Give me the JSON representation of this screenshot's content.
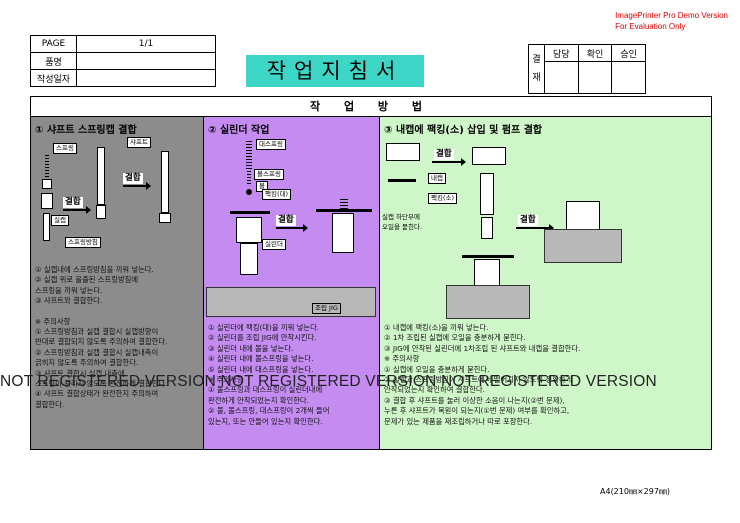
{
  "demo": {
    "line1": "ImagePrinter Pro Demo Version",
    "line2": "For Evaluation Only"
  },
  "header": {
    "page_label": "PAGE",
    "page_value": "1/1",
    "product_label": "품명",
    "date_label": "작성일자"
  },
  "approval": {
    "gyeol": "결",
    "jae": "재",
    "cols": [
      "담당",
      "확인",
      "승인"
    ]
  },
  "doc_title": "작업지침서",
  "section_title": "작 업 방 법",
  "col1": {
    "heading": "① 샤프트 스프링캡 결합",
    "labels": {
      "spring": "스프링",
      "shaft": "샤프트",
      "seal": "실캡",
      "spring_cap": "스프링방침",
      "join1": "결합",
      "join2": "결합"
    },
    "notes": [
      "① 실캡내에 스프링방침을 끼워 넣는다.",
      "② 실캡 위로 올출된 스프링방침에",
      "   스프링을 끼워 넣는다.",
      "③ 샤프트와 결합한다.",
      "",
      "※ 주의사항",
      "① 스프링방침과 실캡 결합시 실캡방향이",
      "   반대로 결합되지 않도록 주의하여 결합한다.",
      "② 스프링방침과 실캡 결합시 실캡내측이",
      "   긁히지 않도록 주의하여 결합한다.",
      "③ 샤프트 결합시 실캡 내측에",
      "   스프링이 걸리지 않도록 완전하게 결합한다.",
      "④ 샤프트 결합상태가 완전한지 주의하여",
      "   결합한다."
    ]
  },
  "col2": {
    "heading": "② 실린더 작업",
    "labels": {
      "dia_spring": "대스프링",
      "ball_spring": "볼스프링",
      "ball": "볼",
      "packing_big": "팩킹(대)",
      "join": "결합",
      "cylinder": "실린더",
      "jig": "조립 JIG"
    },
    "notes": [
      "① 실린더에 팩킹(대)을 끼워 넣는다.",
      "② 실린더를 조립 JIG에 안착시킨다.",
      "③ 실린더 내에 볼을 넣는다.",
      "④ 실린더 내에 볼스프링을 넣는다.",
      "⑤ 실린더 내에 대스프링을 넣는다.",
      "※ 주의사항",
      "① 볼스프링과 대스프링이 실린더내에",
      "   완전하게 안착되었는지 확인한다.",
      "② 볼, 볼스프링, 대스프링이 2개씩 들어",
      "   있는지, 또는 안들어 있는지 확인한다."
    ]
  },
  "col3": {
    "heading": "③ 내캡에 팩킹(소) 삽입 및 펌프 결합",
    "labels": {
      "inner_cap": "내캡",
      "packing_small": "팩킹(소)",
      "join1": "결합",
      "join2": "결합",
      "oil_note1": "실캡 하단부에",
      "oil_note2": "오일을 묻힌다."
    },
    "notes": [
      "① 내캡에 팩킹(소)을 끼워 넣는다.",
      "② 1차 조립된 실캡에 오일을 충분하게 묻힌다.",
      "③ JIG에 안착된 실린더에 1차조립 된 샤프트와 내캡을 결합한다.",
      "※ 주의사항",
      "① 실캡에 오일을 충분하게 묻힌다.",
      "② 실캡과 스프링방침이 샤프트에서 떨어지지 않도록 정확하게",
      "   안착되었는지 확인하여 결합한다.",
      "③ 결합 후 샤프트를 눌러 이상한 소음이 나는지(②번 문제),",
      "   누른 후 샤프트가 복원이 되는지(①번 문제) 여부를 확인하고,",
      "   문제가 있는 제품을 재조립하거나 따로 포장한다."
    ]
  },
  "watermark": "NOT REGISTERED VERSION NOT REGISTERED VERSION NOT REGISTERED VERSION",
  "footer": "A4(210㎜×297㎜)"
}
